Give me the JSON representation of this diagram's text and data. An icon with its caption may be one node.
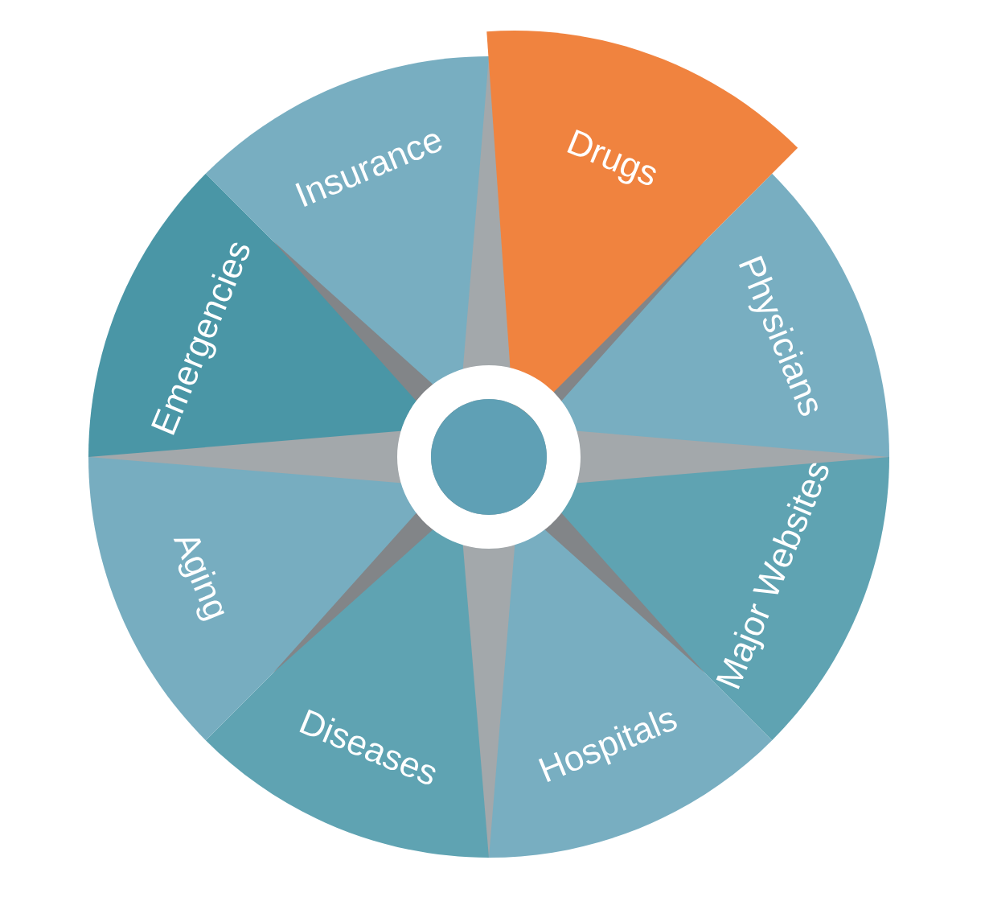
{
  "diagram": {
    "nodes": [
      {
        "text": [
          "Drugs"
        ]
      },
      {
        "text": [
          "Physicians"
        ]
      },
      {
        "text": [
          "Major Websites"
        ]
      },
      {
        "text": [
          "Hospitals"
        ]
      },
      {
        "text": [
          "Diseases"
        ]
      },
      {
        "text": [
          "Aging"
        ]
      },
      {
        "text": [
          "Emergencies"
        ]
      },
      {
        "text": [
          "Insurance"
        ]
      }
    ]
  }
}
